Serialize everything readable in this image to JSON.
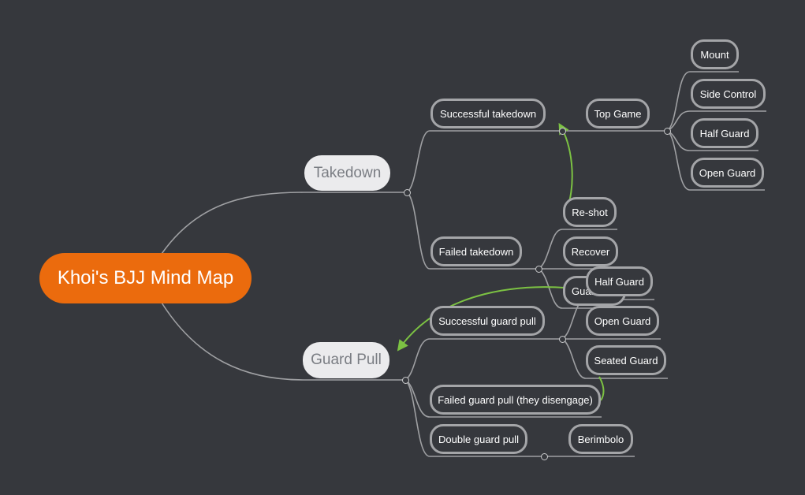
{
  "colors": {
    "background": "#36383d",
    "central": "#eb6b0d",
    "main_topic": "#ebebed",
    "connector": "#9fa0a3",
    "relationship": "#7cc243"
  },
  "central": {
    "label": "Khoi's BJJ Mind Map"
  },
  "takedown": {
    "label": "Takedown",
    "successful": {
      "label": "Successful takedown"
    },
    "top_game": {
      "label": "Top Game"
    },
    "top_children": [
      "Mount",
      "Side Control",
      "Half Guard",
      "Open Guard"
    ],
    "failed": {
      "label": "Failed takedown"
    },
    "failed_children": [
      "Re-shot",
      "Recover",
      "Guard"
    ]
  },
  "guard_pull": {
    "label": "Guard Pull",
    "successful": {
      "label": "Successful guard pull"
    },
    "successful_children": [
      "Half Guard",
      "Open Guard",
      "Seated Guard"
    ],
    "failed": {
      "label": "Failed guard pull (they disengage)"
    },
    "double": {
      "label": "Double guard pull"
    },
    "double_children": [
      "Berimbolo"
    ]
  }
}
